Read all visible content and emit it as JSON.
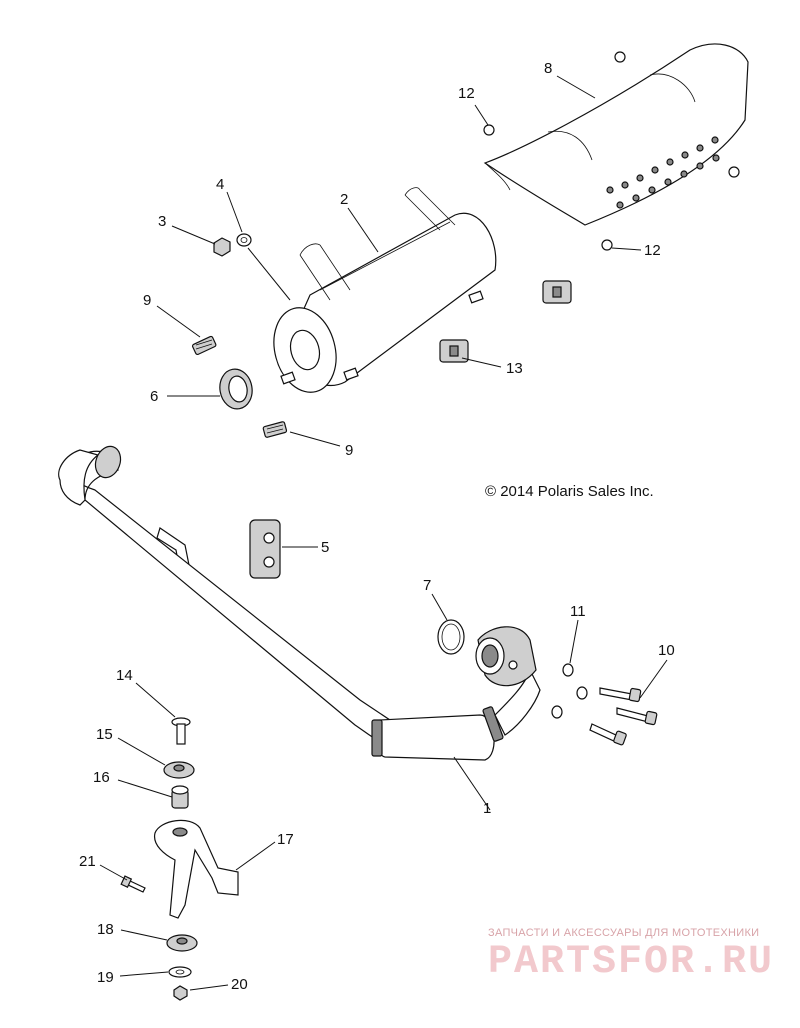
{
  "copyright": "© 2014 Polaris Sales Inc.",
  "callouts": [
    {
      "id": "1",
      "text": "1"
    },
    {
      "id": "2",
      "text": "2"
    },
    {
      "id": "3",
      "text": "3"
    },
    {
      "id": "4",
      "text": "4"
    },
    {
      "id": "5",
      "text": "5"
    },
    {
      "id": "6",
      "text": "6"
    },
    {
      "id": "7",
      "text": "7"
    },
    {
      "id": "8",
      "text": "8"
    },
    {
      "id": "9a",
      "text": "9"
    },
    {
      "id": "9b",
      "text": "9"
    },
    {
      "id": "10",
      "text": "10"
    },
    {
      "id": "11",
      "text": "11"
    },
    {
      "id": "12a",
      "text": "12"
    },
    {
      "id": "12b",
      "text": "12"
    },
    {
      "id": "13",
      "text": "13"
    },
    {
      "id": "14",
      "text": "14"
    },
    {
      "id": "15",
      "text": "15"
    },
    {
      "id": "16",
      "text": "16"
    },
    {
      "id": "17",
      "text": "17"
    },
    {
      "id": "18",
      "text": "18"
    },
    {
      "id": "19",
      "text": "19"
    },
    {
      "id": "20",
      "text": "20"
    },
    {
      "id": "21",
      "text": "21"
    }
  ],
  "watermark": {
    "tagline": "ЗАПЧАСТИ И АКСЕССУАРЫ ДЛЯ МОТОТЕХНИКИ",
    "logo": "PARTSFOR.RU"
  }
}
